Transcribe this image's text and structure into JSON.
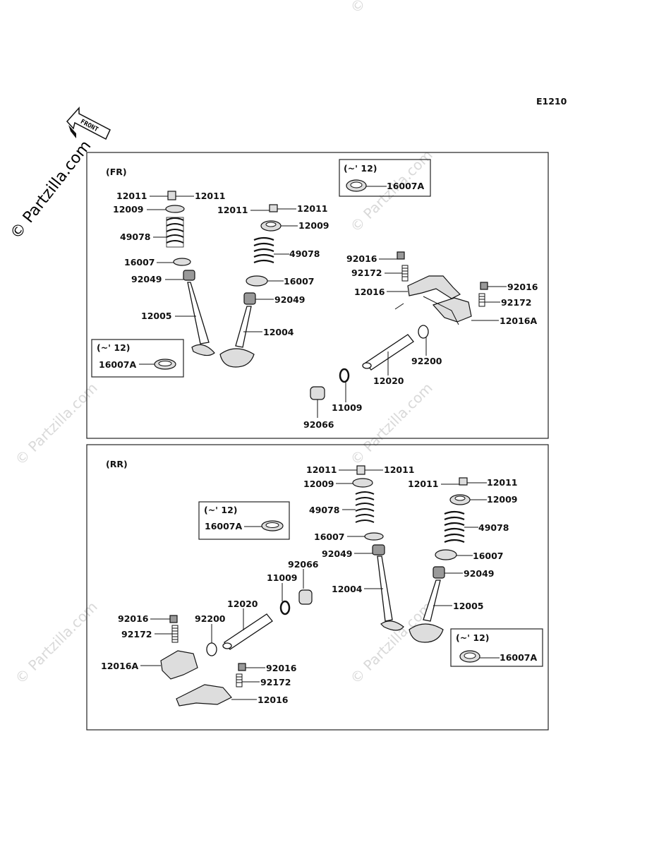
{
  "diagram_code": "E1210",
  "front_label": "FRONT",
  "brand_watermark": "© Partzilla.com",
  "sections": {
    "fr": {
      "title": "(FR)"
    },
    "rr": {
      "title": "(RR)"
    }
  },
  "note": "(~' 12)",
  "parts": {
    "retainer_collet": "12011",
    "retainer": "12009",
    "spring": "49078",
    "seat": "16007",
    "seat_early": "16007A",
    "seal": "92049",
    "valve_exhaust": "12005",
    "valve_intake": "12004",
    "nut": "92016",
    "adjuster_screw": "92172",
    "rocker_arm": "12016",
    "rocker_arm_a": "12016A",
    "rocker_shaft": "12020",
    "o_ring": "92200",
    "o_ring_large": "11009",
    "plug": "92066"
  }
}
